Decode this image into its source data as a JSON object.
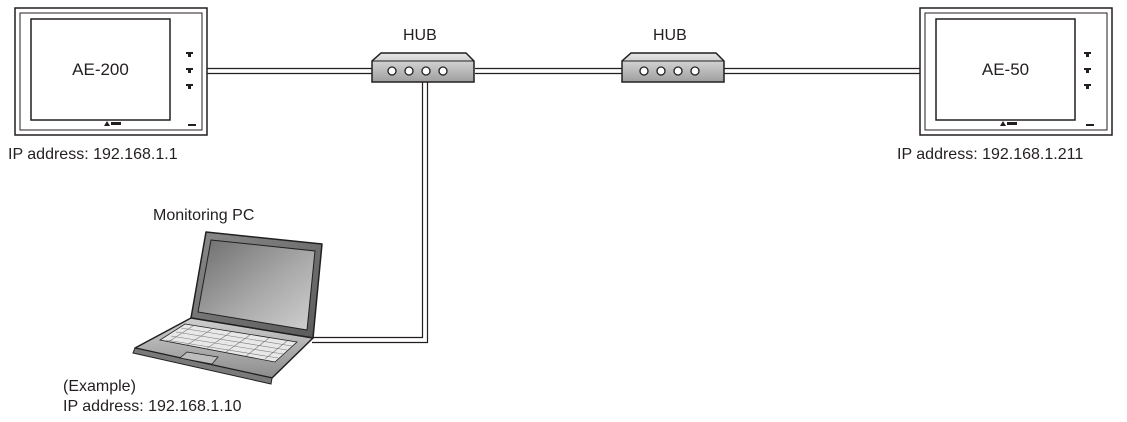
{
  "devices": {
    "ae200": {
      "name": "AE-200",
      "ip": "IP address: 192.168.1.1"
    },
    "ae50": {
      "name": "AE-50",
      "ip": "IP address: 192.168.1.211"
    },
    "hub1": {
      "label": "HUB"
    },
    "hub2": {
      "label": "HUB"
    },
    "pc": {
      "title": "Monitoring PC",
      "note": "(Example)",
      "ip": "IP address: 192.168.1.10"
    }
  },
  "colors": {
    "line": "#231f20",
    "screen_gray": "#9a9a9a",
    "hub_fill": "#b8b8b8"
  }
}
